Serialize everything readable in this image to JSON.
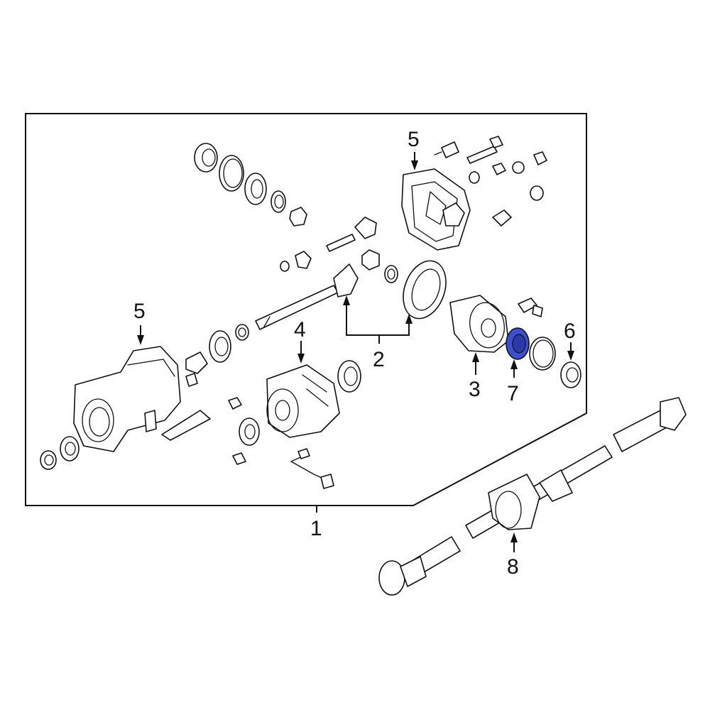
{
  "callouts": [
    {
      "id": "1",
      "label": "1"
    },
    {
      "id": "2",
      "label": "2"
    },
    {
      "id": "3",
      "label": "3"
    },
    {
      "id": "4",
      "label": "4"
    },
    {
      "id": "5a",
      "label": "5"
    },
    {
      "id": "5b",
      "label": "5"
    },
    {
      "id": "6",
      "label": "6"
    },
    {
      "id": "7",
      "label": "7"
    },
    {
      "id": "8",
      "label": "8"
    }
  ],
  "colors": {
    "line": "#111111",
    "background": "#ffffff",
    "highlight": "#3b4fd0"
  },
  "highlighted_part": "7"
}
